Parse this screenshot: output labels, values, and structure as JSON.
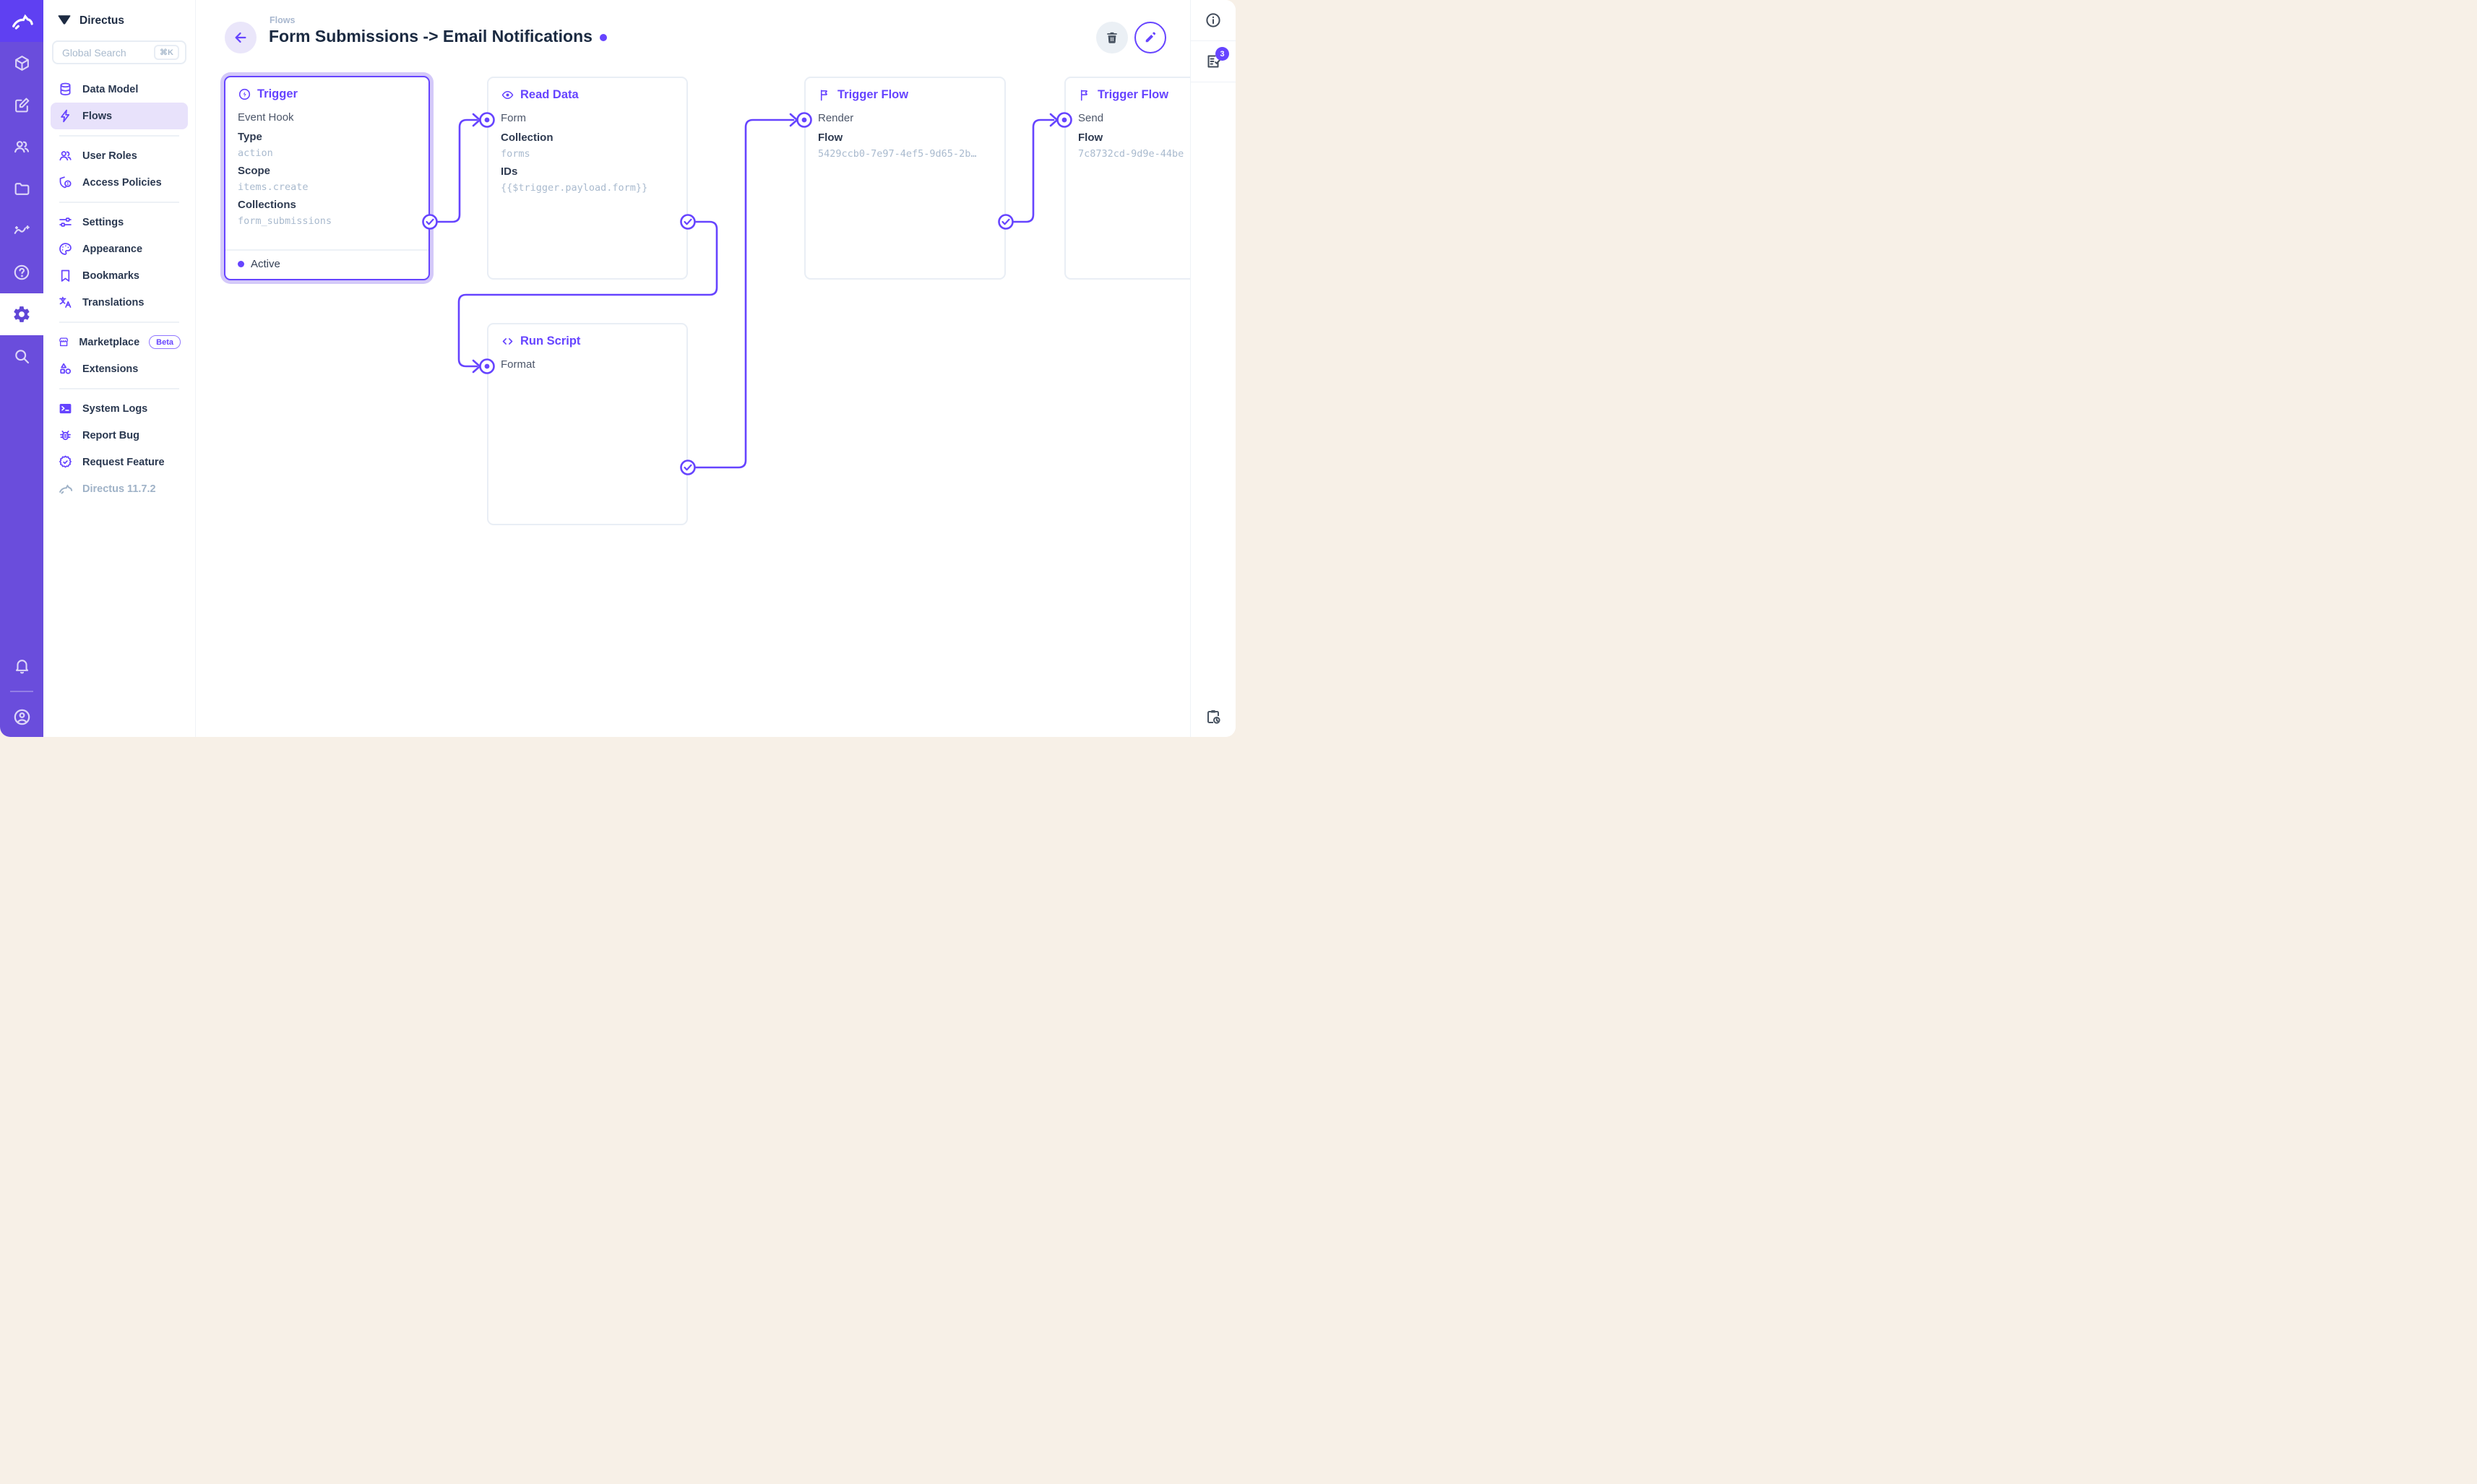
{
  "app": {
    "project_name": "Directus",
    "version_label": "Directus 11.7.2"
  },
  "colors": {
    "accent": "#6644FF",
    "module_bar": "#6A4DDC",
    "logo_block": "#5F40F2",
    "active_nav_bg": "#E8E2FB",
    "value_text": "#A9BACE",
    "title_text": "#1B2A41"
  },
  "sidebar": {
    "search": {
      "placeholder": "Global Search",
      "shortcut": "⌘K"
    },
    "nav": [
      {
        "label": "Data Model"
      },
      {
        "label": "Flows"
      },
      {
        "label": "User Roles"
      },
      {
        "label": "Access Policies"
      },
      {
        "label": "Settings"
      },
      {
        "label": "Appearance"
      },
      {
        "label": "Bookmarks"
      },
      {
        "label": "Translations"
      },
      {
        "label": "Marketplace",
        "badge": "Beta"
      },
      {
        "label": "Extensions"
      },
      {
        "label": "System Logs"
      },
      {
        "label": "Report Bug"
      },
      {
        "label": "Request Feature"
      }
    ]
  },
  "header": {
    "breadcrumb": "Flows",
    "title": "Form Submissions -> Email Notifications"
  },
  "flow": {
    "panels": [
      {
        "title": "Trigger",
        "op": "Event Hook",
        "fields": [
          {
            "label": "Type",
            "value": "action"
          },
          {
            "label": "Scope",
            "value": "items.create"
          },
          {
            "label": "Collections",
            "value": "form_submissions"
          }
        ],
        "status": "Active"
      },
      {
        "title": "Read Data",
        "op": "Form",
        "fields": [
          {
            "label": "Collection",
            "value": "forms"
          },
          {
            "label": "IDs",
            "value": "{{$trigger.payload.form}}"
          }
        ]
      },
      {
        "title": "Trigger Flow",
        "op": "Render",
        "fields": [
          {
            "label": "Flow",
            "value": "5429ccb0-7e97-4ef5-9d65-2b…"
          }
        ]
      },
      {
        "title": "Trigger Flow",
        "op": "Send",
        "fields": [
          {
            "label": "Flow",
            "value": "7c8732cd-9d9e-44be"
          }
        ]
      },
      {
        "title": "Run Script",
        "op": "Format",
        "fields": []
      }
    ]
  },
  "rightbar": {
    "notifications_count": "3"
  }
}
